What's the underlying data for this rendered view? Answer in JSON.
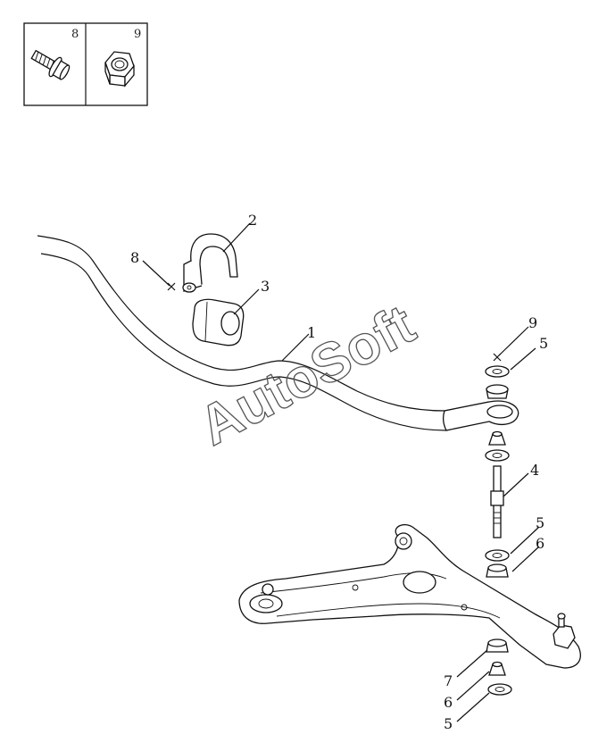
{
  "fastener_key": [
    {
      "number": "8",
      "icon": "flange-bolt-icon"
    },
    {
      "number": "9",
      "icon": "lock-nut-icon"
    }
  ],
  "callouts": {
    "c1": "1",
    "c2": "2",
    "c3": "3",
    "c4": "4",
    "c5a": "5",
    "c5b": "5",
    "c5c": "5",
    "c6a": "6",
    "c6b": "6",
    "c7": "7",
    "c8": "8",
    "c9": "9"
  },
  "watermark": "AutoSoft"
}
